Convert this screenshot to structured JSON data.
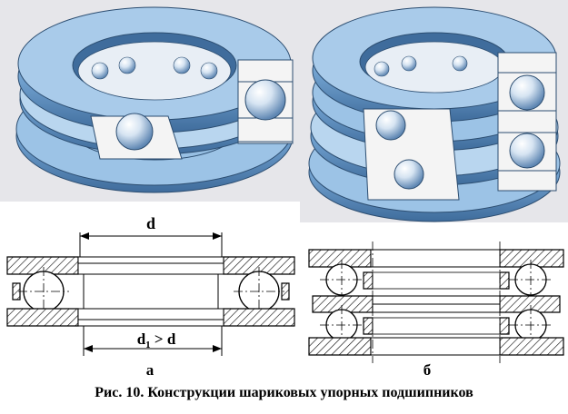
{
  "figure": {
    "label_d": "d",
    "label_d1_prefix": "d",
    "label_d1_sub": "1",
    "label_d1_suffix": " > d",
    "label_a": "а",
    "label_b": "б",
    "caption": "Рис. 10. Конструкции шариковых упорных подшипников"
  },
  "colors": {
    "render_bg": "#e6e6ea",
    "ring_blue": "#7eaed8",
    "ring_dark": "#4a78a8",
    "ring_light": "#b9d6ef",
    "section_white": "#f4f4f4",
    "ball": "#dfe9f3"
  }
}
